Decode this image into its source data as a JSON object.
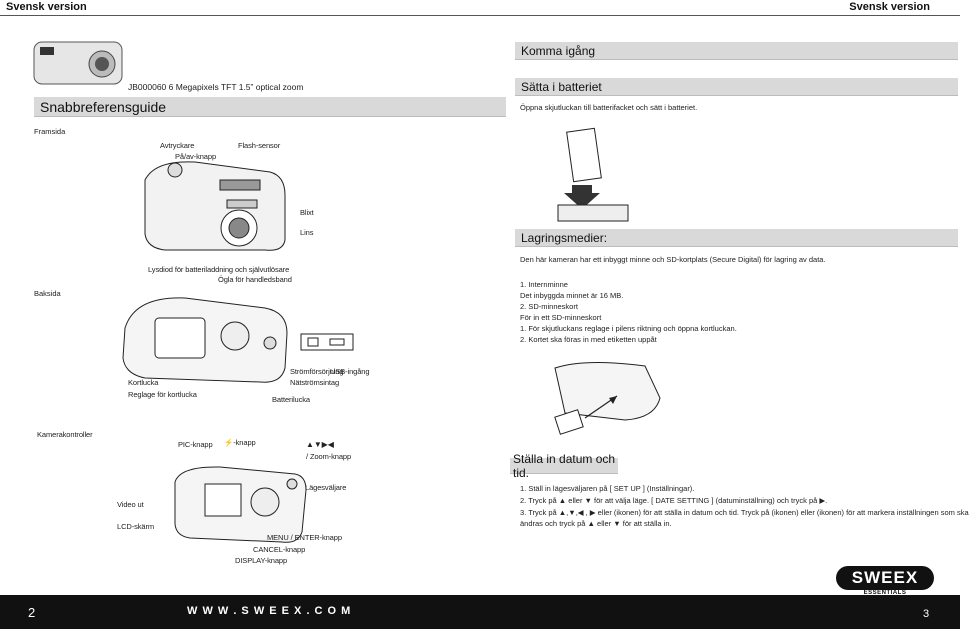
{
  "header": {
    "left": "Svensk version",
    "right": "Svensk version"
  },
  "model_line": "JB000060 6 Megapixels TFT 1.5” optical zoom",
  "quick_guide_title": "Snabbreferensguide",
  "front_label": "Framsida",
  "back_label": "Baksida",
  "front_callouts": {
    "shutter": "Avtryckare",
    "power": "På/av-knapp",
    "flash_sensor": "Flash-sensor",
    "flash": "Blixt",
    "lens": "Lins",
    "led": "Lysdiod för batteriladdning och självutlösare",
    "strap": "Ögla för handledsband"
  },
  "back_callouts": {
    "power_save": "Strömförsörjning",
    "usb": "USB-ingång",
    "mains": "Nätströmsintag",
    "card_cover": "Kortlucka",
    "card_lever": "Reglage för kortlucka",
    "battery_cover": "Batterilucka"
  },
  "controls": {
    "title": "Kamerakontroller",
    "pic": "PIC-knapp",
    "flash_btn": "-knapp",
    "arrows": "▲▼▶◀",
    "zoom": "/ Zoom-knapp",
    "mode": "Lägesväljare",
    "video": "Video ut",
    "lcd": "LCD-skärm",
    "menu": "MENU / ENTER-knapp",
    "cancel": "CANCEL-knapp",
    "display": "DISPLAY-knapp"
  },
  "right": {
    "getting_started": "Komma igång",
    "battery_title": "Sätta i batteriet",
    "battery_text": "Öppna skjutluckan till batterifacket och sätt i batteriet.",
    "storage_title": "Lagringsmedier:",
    "storage_lines": [
      "Den här kameran har ett inbyggt minne och SD-kortplats (Secure Digital) för lagring av data.",
      "",
      "1. Internminne",
      "    Det inbyggda minnet är 16 MB.",
      "2. SD-minneskort",
      "    För in ett SD-minneskort",
      "1. För skjutluckans reglage i pilens riktning och öppna kortluckan.",
      "2. Kortet ska föras in med etiketten uppåt"
    ],
    "datetime_title": "Ställa in datum och tid.",
    "datetime_lines": [
      "1. Ställ in lägesväljaren på [ SET UP ] (Inställningar).",
      "2. Tryck på ▲ eller ▼ för att välja läge. [ DATE SETTING ] (datuminställning) och tryck på ▶.",
      "3. Tryck på ▲,▼,◀ , ▶ eller (ikonen) för att ställa in datum och tid. Tryck på (ikonen) eller (ikonen) för att markera inställningen som ska",
      "    ändras och tryck på ▲ eller ▼ för att ställa in."
    ]
  },
  "logo": {
    "brand": "SWEEX",
    "tagline": "ESSENTIALS"
  },
  "footer": {
    "page_left": "2",
    "url": "W W W . S W E E X . C O M",
    "page_right": "3"
  },
  "colors": {
    "bar": "#d9d9d9",
    "footer": "#111111"
  }
}
